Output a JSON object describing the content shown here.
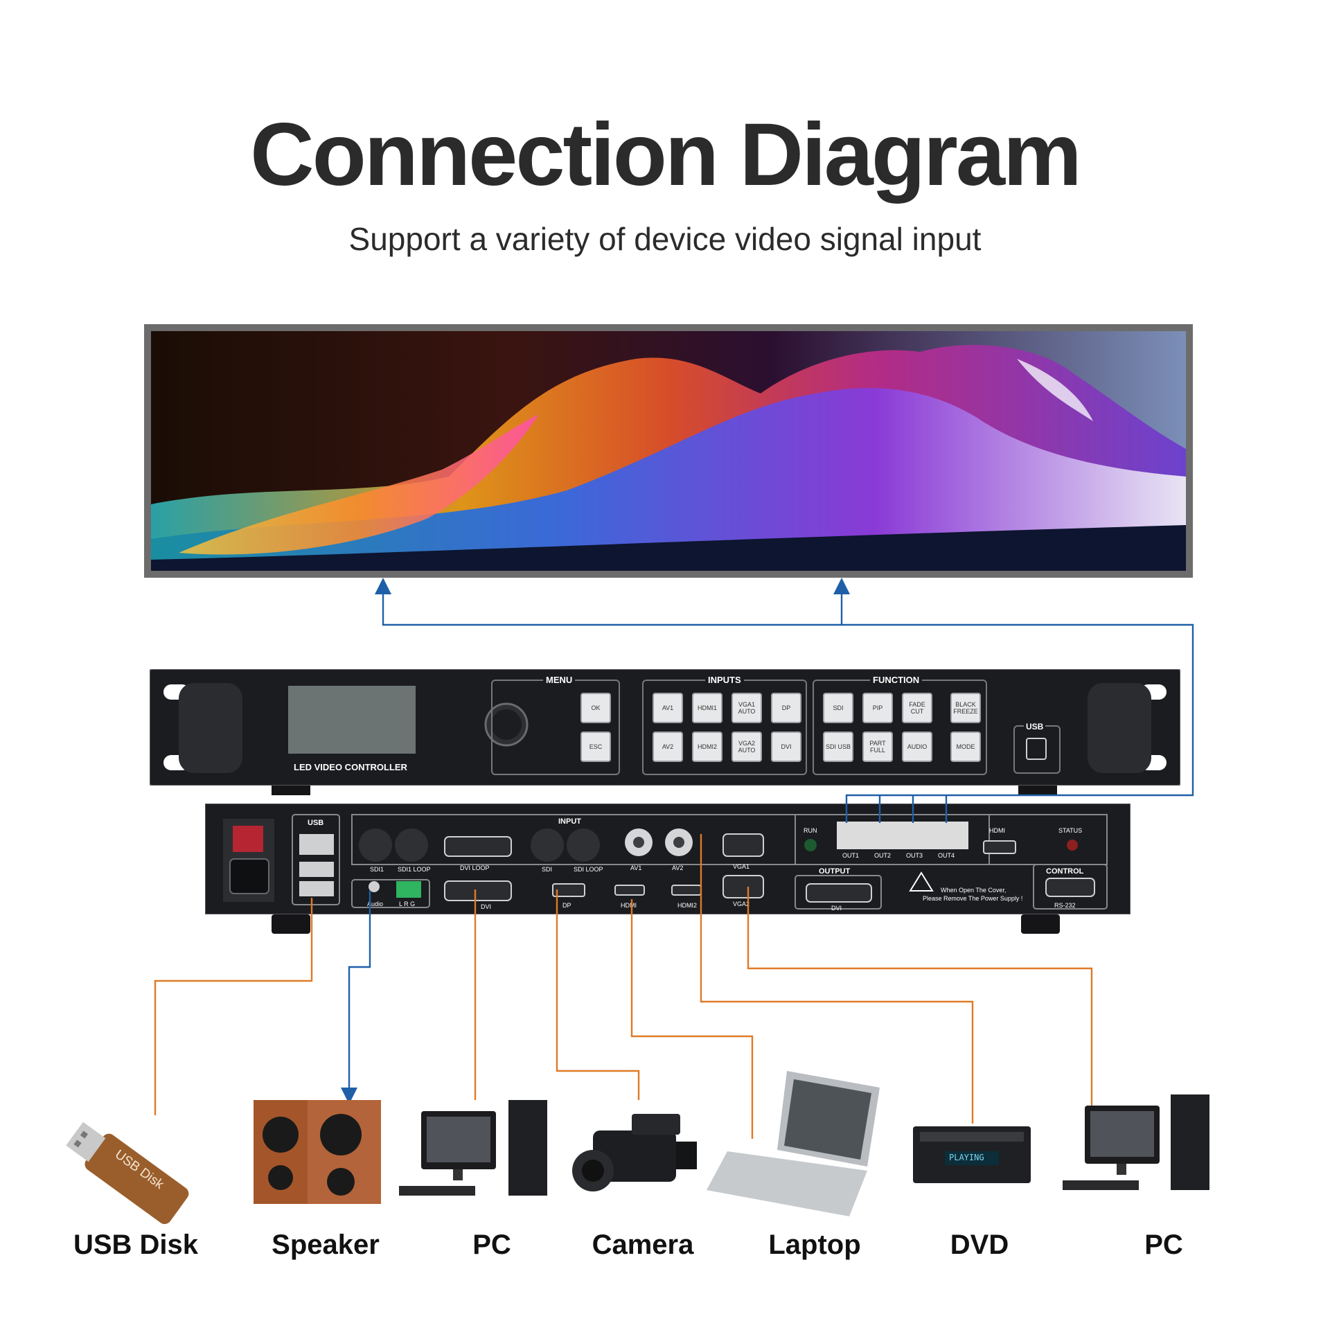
{
  "header": {
    "title": "Connection Diagram",
    "subtitle": "Support a variety of device video signal input"
  },
  "front_panel": {
    "model": "LED VIDEO CONTROLLER",
    "menu_label": "MENU",
    "inputs_label": "INPUTS",
    "function_label": "FUNCTION",
    "usb_label": "USB",
    "menu_buttons": [
      "OK",
      "ESC"
    ],
    "input_buttons": [
      "AV1",
      "HDMI1",
      "VGA1 AUTO",
      "DP",
      "AV2",
      "HDMI2",
      "VGA2 AUTO",
      "DVI"
    ],
    "function_buttons": [
      "SDI",
      "PIP",
      "FADE CUT",
      "SDI USB",
      "PART FULL",
      "AUDIO"
    ],
    "extra_buttons": [
      "BLACK FREEZE",
      "MODE"
    ]
  },
  "rear_panel": {
    "usb_label": "USB",
    "input_label": "INPUT",
    "output_label": "OUTPUT",
    "control_label": "CONTROL",
    "ports": {
      "sdi1": "SDI1",
      "sdi1_loop": "SDI1 LOOP",
      "dvi_loop": "DVI LOOP",
      "sdi": "SDI",
      "sdi_loop": "SDI LOOP",
      "av1": "AV1",
      "av2": "AV2",
      "vga1": "VGA1",
      "vga2": "VGA2",
      "audio": "Audio",
      "lrg": "L R G",
      "dvi_in": "DVI",
      "dp": "DP",
      "hdmi1": "HDMI",
      "hdmi2": "HDMI2",
      "run": "RUN",
      "out1": "OUT1",
      "out2": "OUT2",
      "out3": "OUT3",
      "out4": "OUT4",
      "hdmi_out": "HDMI",
      "status": "STATUS",
      "dvi_out": "DVI",
      "rs232": "RS-232"
    },
    "warning_line1": "When Open The Cover,",
    "warning_line2": "Please Remove The Power Supply !"
  },
  "devices": [
    {
      "label": "USB Disk",
      "icon": "usb-disk-icon",
      "printed": "USB Disk"
    },
    {
      "label": "Speaker",
      "icon": "speaker-icon"
    },
    {
      "label": "PC",
      "icon": "desktop-pc-icon"
    },
    {
      "label": "Camera",
      "icon": "camcorder-icon"
    },
    {
      "label": "Laptop",
      "icon": "laptop-icon"
    },
    {
      "label": "DVD",
      "icon": "dvd-player-icon",
      "display": "PLAYING"
    },
    {
      "label": "PC",
      "icon": "desktop-pc-icon"
    }
  ],
  "colors": {
    "output_line": "#1f5fa8",
    "input_line": "#e07a26",
    "device_body": "#1f2023",
    "panel_frame": "#3a3b3f"
  }
}
